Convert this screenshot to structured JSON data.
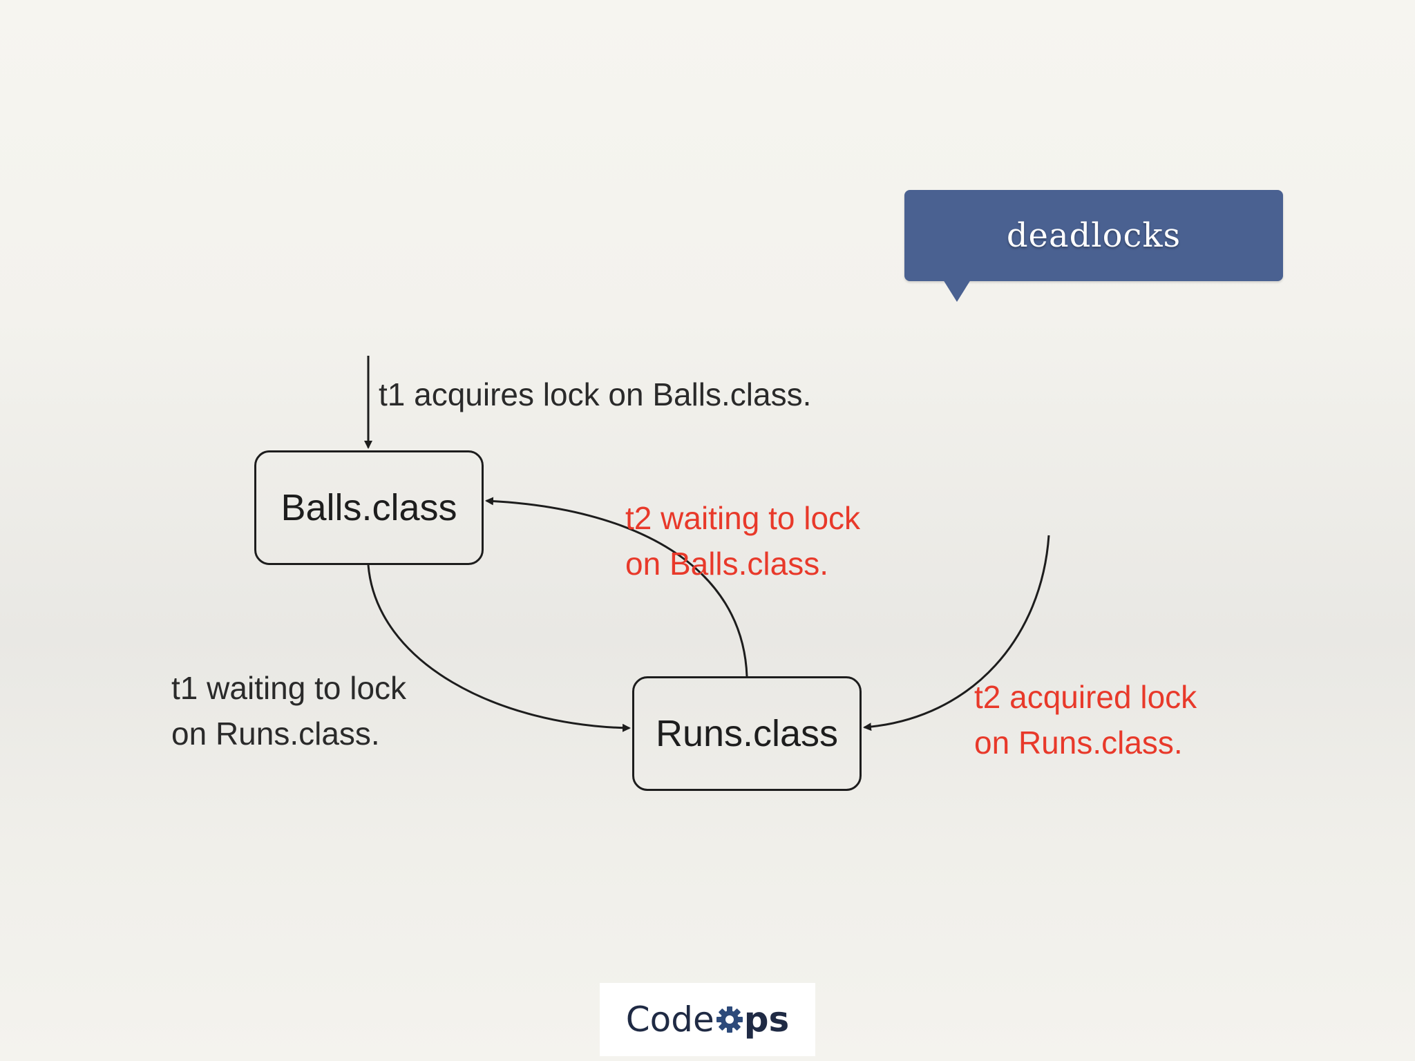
{
  "callout": {
    "title": "deadlocks",
    "color": "#4a6191"
  },
  "nodes": {
    "balls": "Balls.class",
    "runs": "Runs.class"
  },
  "labels": {
    "t1_acquires": "t1 acquires lock on Balls.class.",
    "t2_waiting_line1": "t2 waiting to lock",
    "t2_waiting_line2": "on Balls.class.",
    "t1_waiting_line1": "t1 waiting to lock",
    "t1_waiting_line2": "on Runs.class.",
    "t2_acquired_line1": "t2 acquired lock",
    "t2_acquired_line2": "on Runs.class."
  },
  "colors": {
    "text": "#2a2a2a",
    "highlight": "#e8392a"
  },
  "logo": {
    "text": "Code",
    "icon": "gear-icon",
    "suffix": "ps"
  }
}
